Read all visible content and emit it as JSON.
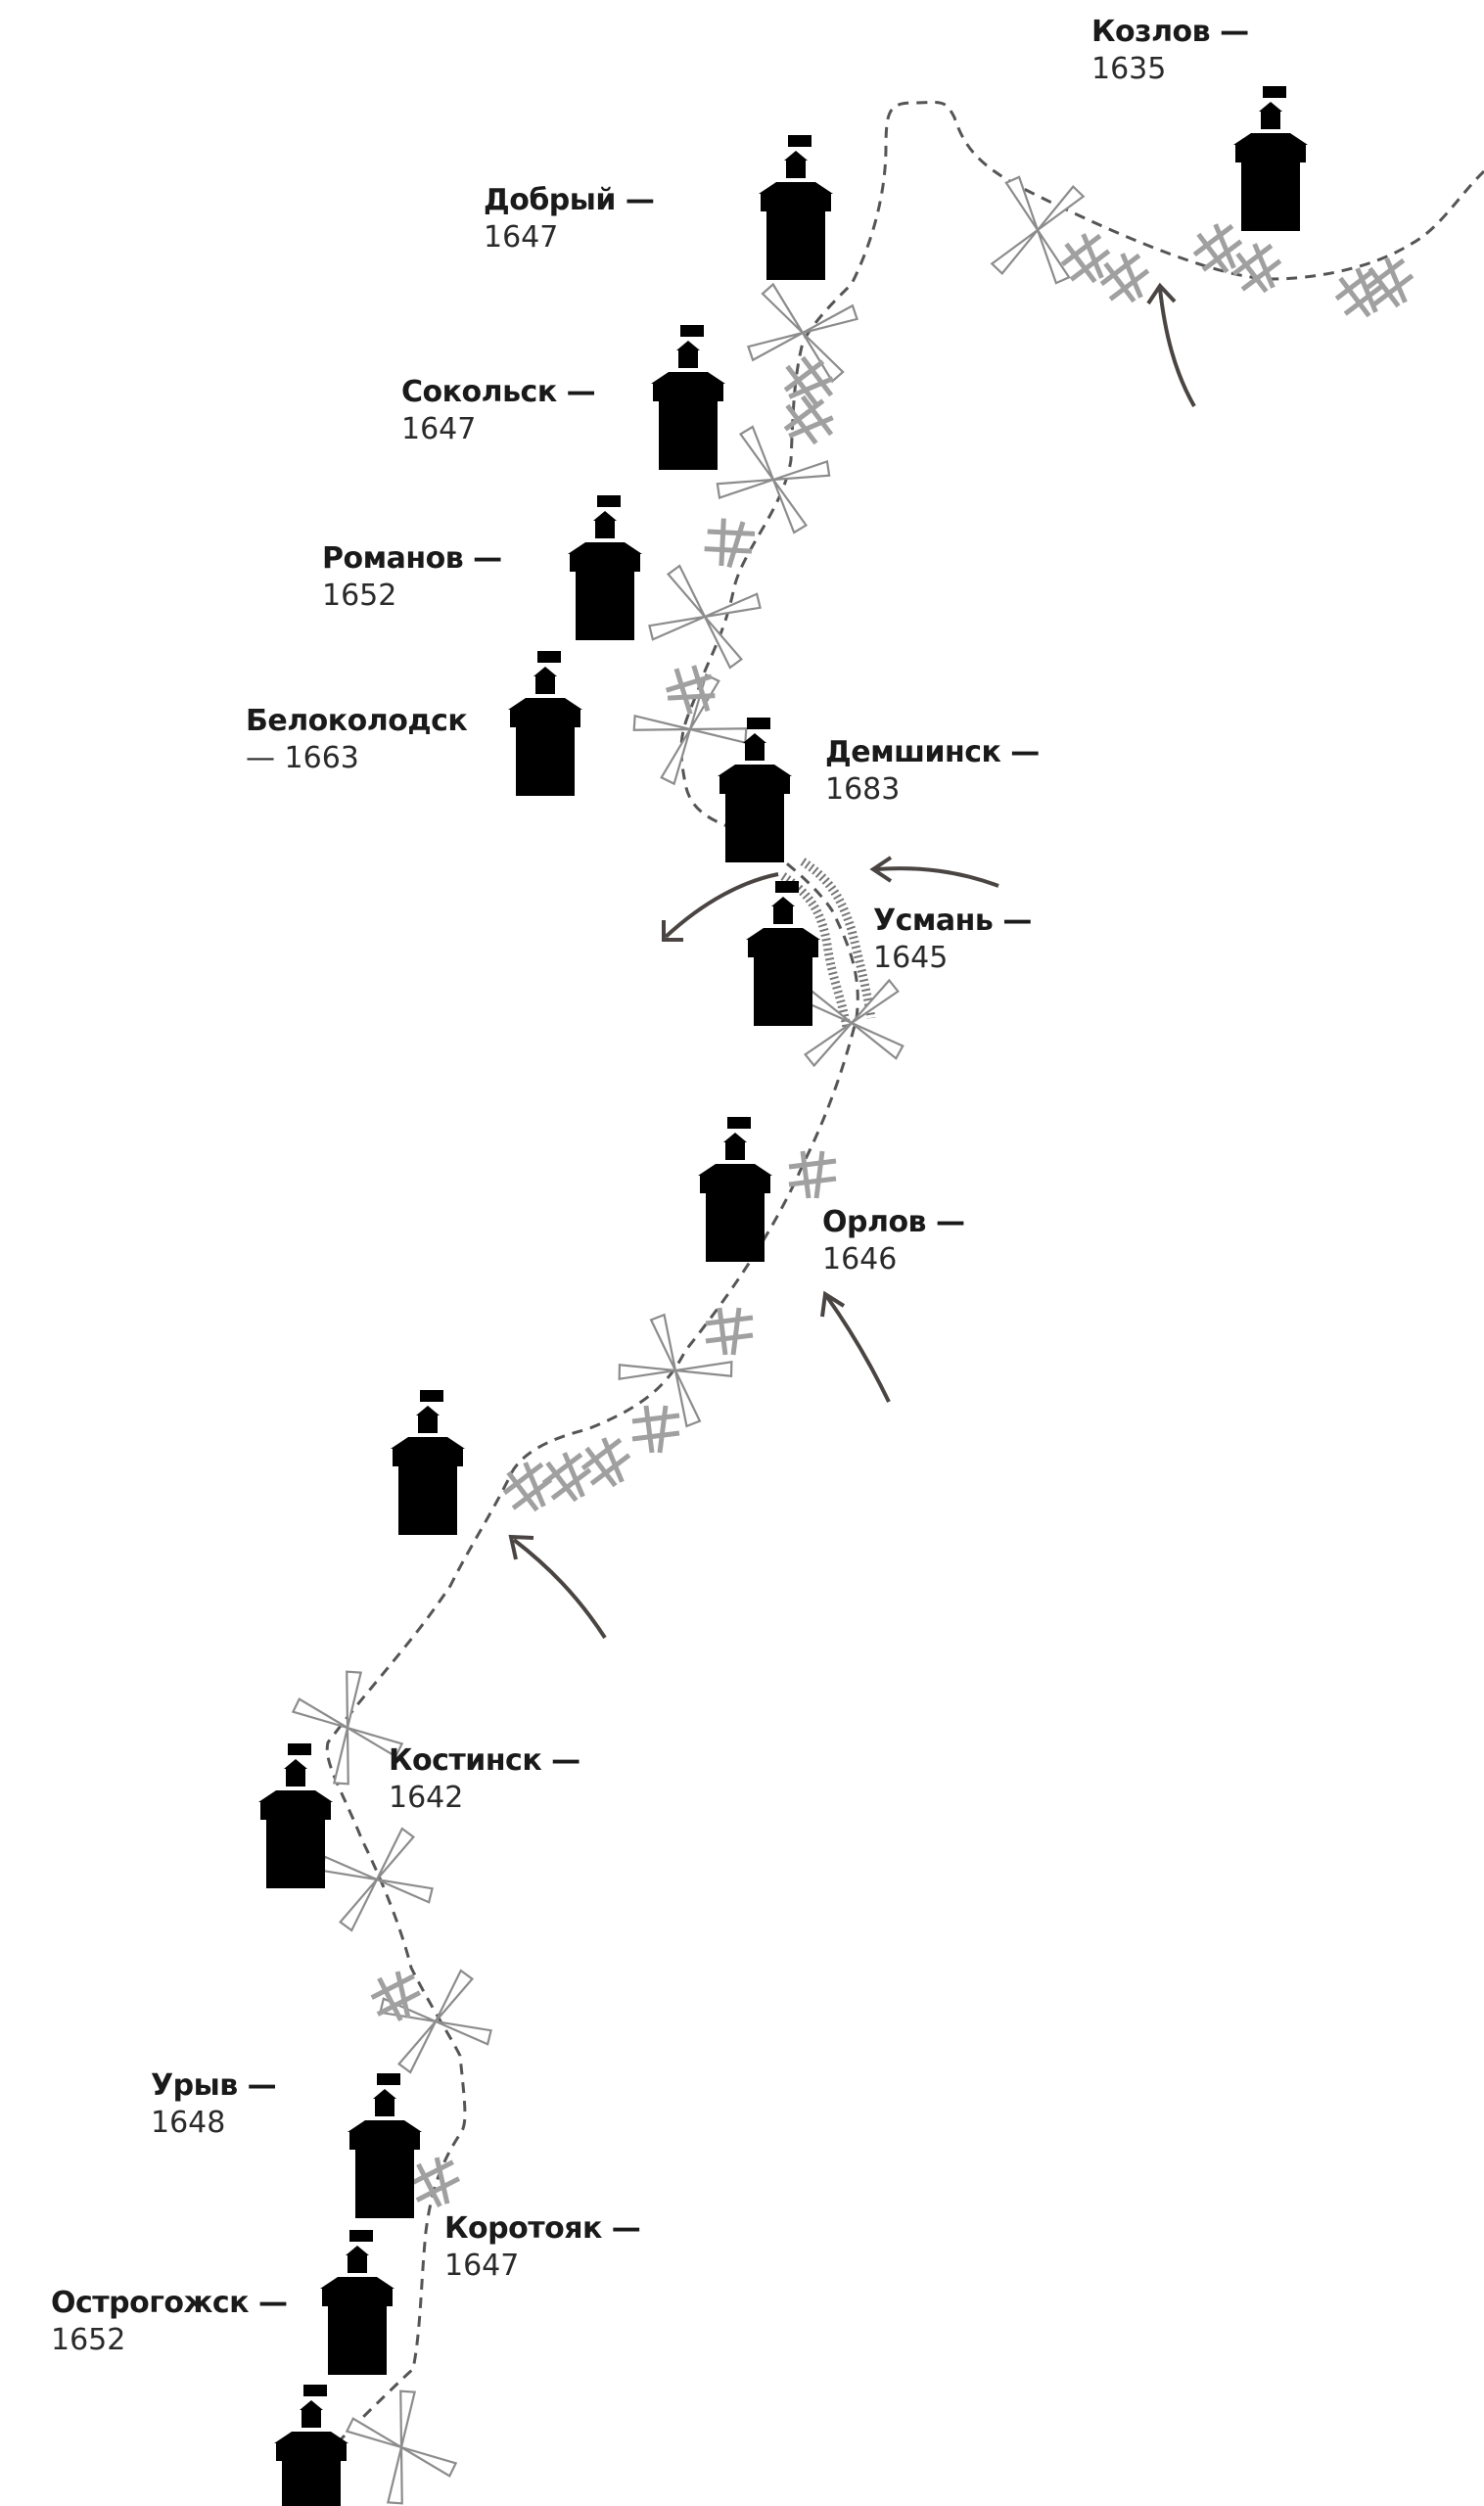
{
  "map": {
    "colors": {
      "label_text": "#1a1a1a",
      "defense_line": "#555555",
      "arrows": "#4a4542",
      "abatis": "#a0a0a0",
      "forts": "#111111",
      "background": "#ffffff"
    },
    "icons": [
      "fortress-tower-icon",
      "windmill-gate-icon",
      "abatis-icon",
      "attack-arrow-icon"
    ],
    "fortresses": [
      {
        "name": "Козлов —",
        "year": "1635"
      },
      {
        "name": "Добрый —",
        "year": "1647"
      },
      {
        "name": "Сокольск —",
        "year": "1647"
      },
      {
        "name": "Романов —",
        "year": "1652"
      },
      {
        "name": "Белоколодск",
        "year": "— 1663"
      },
      {
        "name": "Демшинск —",
        "year": "1683"
      },
      {
        "name": "Усмань —",
        "year": "1645"
      },
      {
        "name": "Орлов —",
        "year": "1646"
      },
      {
        "name": "Костинск —",
        "year": "1642"
      },
      {
        "name": "Урыв —",
        "year": "1648"
      },
      {
        "name": "Коротояк —",
        "year": "1647"
      },
      {
        "name": "Острогожск —",
        "year": "1652"
      }
    ]
  }
}
